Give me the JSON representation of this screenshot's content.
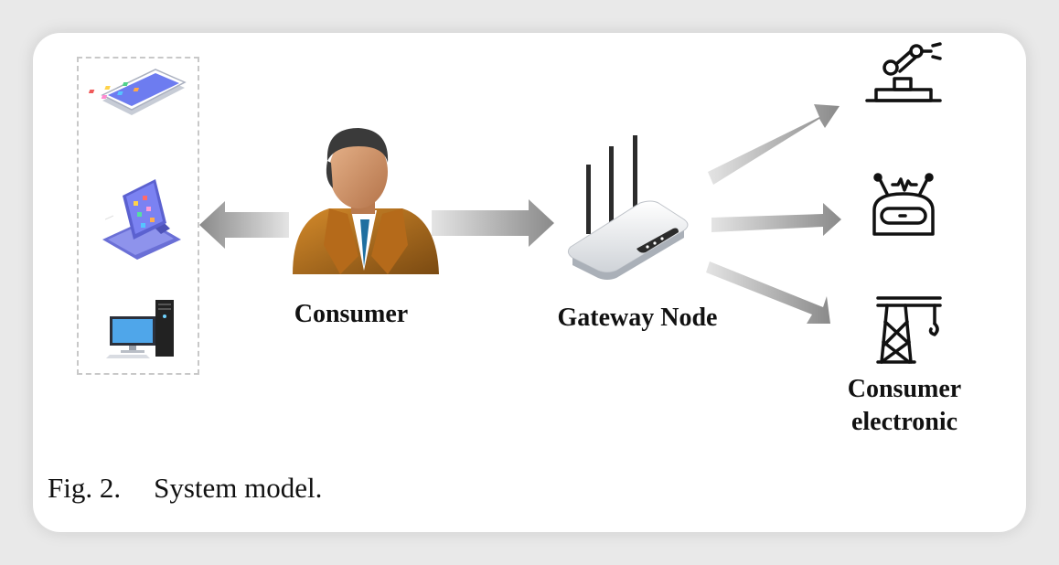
{
  "labels": {
    "consumer": "Consumer",
    "gateway": "Gateway Node",
    "electronics_line1": "Consumer",
    "electronics_line2": "electronic"
  },
  "caption": {
    "number": "Fig. 2.",
    "text": "System model."
  },
  "icons": {
    "devices": [
      "smartphone-icon",
      "tablet-icon",
      "desktop-computer-icon"
    ],
    "consumer": "person-icon",
    "gateway": "wifi-router-icon",
    "electronics": [
      "robot-arm-icon",
      "robot-head-icon",
      "crane-tower-icon"
    ]
  },
  "colors": {
    "arrow": "#8e8e8e",
    "dashed_border": "#c8c8c8",
    "text": "#111111"
  }
}
